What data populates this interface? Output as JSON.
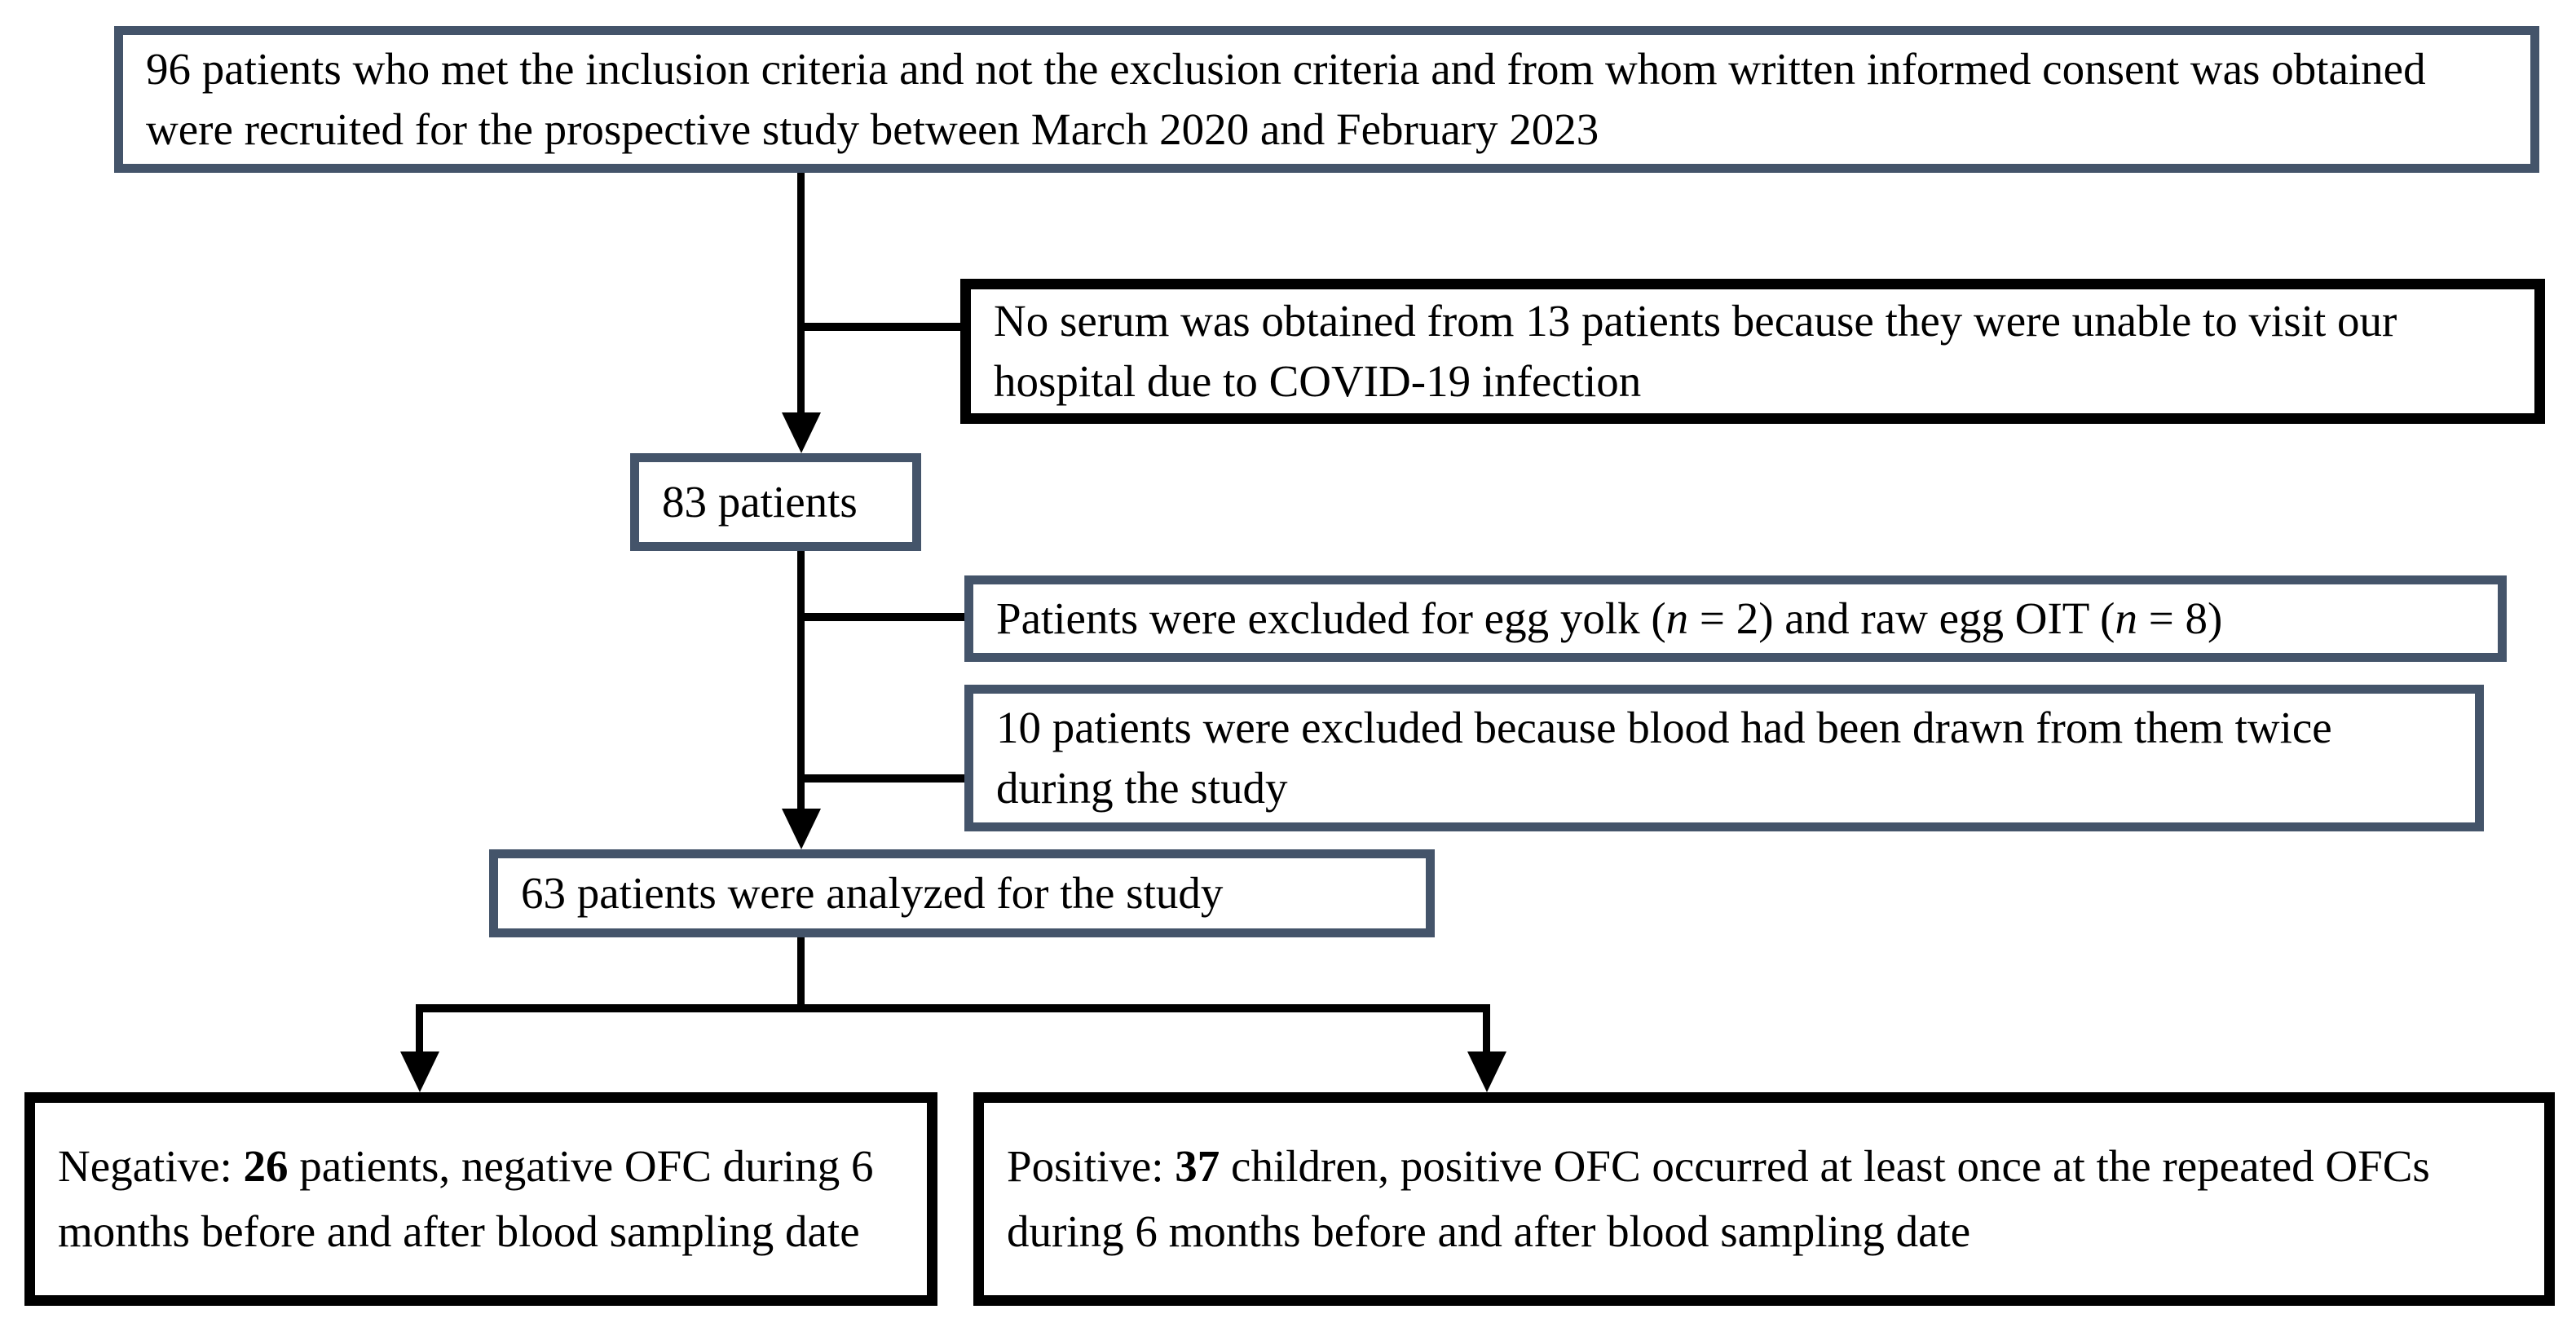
{
  "figure": {
    "type": "flowchart",
    "background": "#ffffff",
    "colors": {
      "accent_border": "#44546a",
      "black_border": "#000000",
      "line": "#000000",
      "text": "#000000"
    }
  },
  "boxes": {
    "recruited": {
      "text": "96 patients who met the inclusion criteria and not the exclusion criteria and from whom written informed consent was obtained were recruited for the prospective study between March 2020 and February 2023"
    },
    "no_serum": {
      "text": "No serum was obtained from 13 patients because they were unable to visit our hospital due to COVID-19 infection"
    },
    "patients_83": {
      "text": "83 patients"
    },
    "excluded_oit": {
      "segments": [
        "Patients were excluded for egg yolk (",
        "n",
        " = 2) and raw egg OIT (",
        "n",
        " = 8)"
      ]
    },
    "excluded_blood_twice": {
      "text": "10 patients were excluded because blood had been drawn from them twice during the study"
    },
    "analyzed_63": {
      "text": "63 patients were analyzed for the study"
    },
    "negative_outcome": {
      "segments": [
        "Negative: ",
        "26",
        " patients, negative OFC during  6 months before and after blood sampling date"
      ]
    },
    "positive_outcome": {
      "segments": [
        "Positive: ",
        "37",
        " children, positive OFC occurred at least once at the repeated OFCs during 6 months before and after blood sampling date"
      ]
    }
  }
}
